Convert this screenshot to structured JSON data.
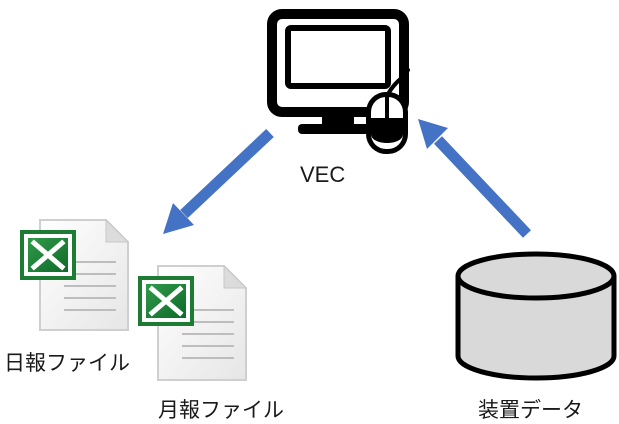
{
  "nodes": {
    "vec": {
      "label": "VEC",
      "icon": "computer-monitor-with-mouse-icon"
    },
    "daily_report": {
      "label": "日報ファイル",
      "icon": "excel-file-icon"
    },
    "monthly_report": {
      "label": "月報ファイル",
      "icon": "excel-file-icon"
    },
    "device_data": {
      "label": "装置データ",
      "icon": "database-cylinder-icon"
    }
  },
  "edges": [
    {
      "from": "device_data",
      "to": "vec"
    },
    {
      "from": "vec",
      "to": "daily_report"
    }
  ],
  "colors": {
    "arrow": "#4472C4",
    "excel_green": "#1E7B34",
    "outline": "#000000",
    "doc_shadow": "#cfcfcf"
  }
}
